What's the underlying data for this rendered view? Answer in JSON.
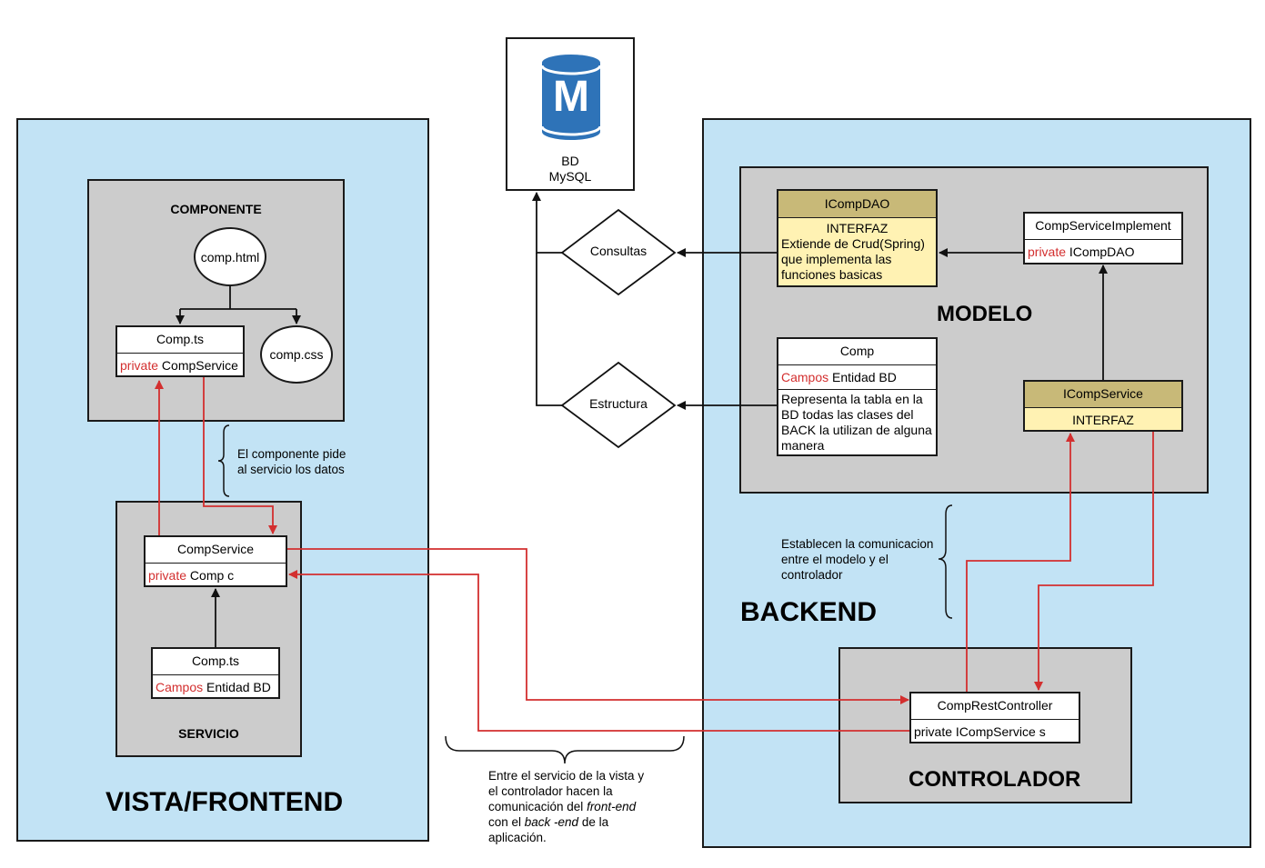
{
  "database": {
    "name": "BD",
    "engine": "MySQL",
    "icon": "mysql-database-icon",
    "icon_letter": "M"
  },
  "frontend": {
    "title": "VISTA/FRONTEND",
    "componente": {
      "title": "COMPONENTE",
      "html_file": "comp.html",
      "css_file": "comp.css",
      "ts_class": {
        "name": "Comp.ts",
        "field_keyword": "private",
        "field_rest": " CompService"
      }
    },
    "note": [
      "El componente pide",
      "al servicio los datos"
    ],
    "servicio": {
      "title": "SERVICIO",
      "service_class": {
        "name": "CompService",
        "field_keyword": "private",
        "field_rest": " Comp c"
      },
      "model_class": {
        "name": "Comp.ts",
        "field_keyword": "Campos",
        "field_rest": " Entidad BD"
      }
    }
  },
  "middle": {
    "consultas": "Consultas",
    "estructura": "Estructura",
    "note": [
      "Entre el servicio de la vista y",
      "el controlador hacen la",
      "comunicación del ",
      "front-end",
      "con el ",
      "back -end",
      " de la",
      "aplicación."
    ]
  },
  "backend": {
    "title": "BACKEND",
    "modelo": {
      "title": "MODELO",
      "dao": {
        "name": "ICompDAO",
        "kind": "INTERFAZ",
        "desc": [
          "Extiende de Crud(Spring)",
          "que implementa las",
          "funciones basicas"
        ]
      },
      "impl": {
        "name": "CompServiceImplement",
        "field_keyword": "private",
        "field_rest": " ICompDAO"
      },
      "entity": {
        "name": "Comp",
        "field_keyword": "Campos",
        "field_rest": " Entidad BD",
        "desc": [
          "Representa la tabla en la",
          "BD todas las clases del",
          "BACK la utilizan de alguna",
          "manera"
        ]
      },
      "iservice": {
        "name": "ICompService",
        "kind": "INTERFAZ"
      }
    },
    "note": [
      "Establecen la comunicacion",
      "entre el modelo y el",
      "controlador"
    ],
    "controlador": {
      "title": "CONTROLADOR",
      "controller": {
        "name": "CompRestController",
        "field": "private ICompService s"
      }
    }
  },
  "colors": {
    "region": "#c2e3f5",
    "box": "#cccccc",
    "interface_header": "#c8b978",
    "interface_body": "#fff2b3",
    "link": "#d32f2f",
    "db_icon": "#2e73b8"
  }
}
